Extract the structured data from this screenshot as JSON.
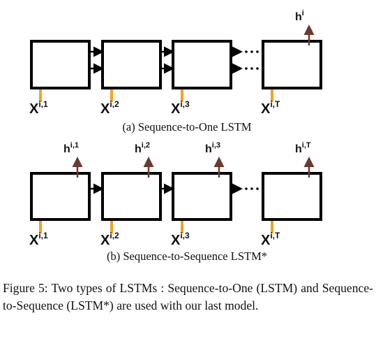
{
  "colors": {
    "cell_border": "#000000",
    "input_stem": "#f4a21e",
    "output_arrow": "#6b3a2e",
    "text": "#111111"
  },
  "diagrams": [
    {
      "id": "a",
      "caption": "(a) Sequence-to-One LSTM",
      "inputs": [
        {
          "base": "X",
          "sup": "i,1"
        },
        {
          "base": "X",
          "sup": "i,2"
        },
        {
          "base": "X",
          "sup": "i,3"
        },
        {
          "base": "X",
          "sup": "i,T"
        }
      ],
      "outputs": [
        {
          "base": "h",
          "sup": "i"
        }
      ]
    },
    {
      "id": "b",
      "caption": "(b) Sequence-to-Sequence LSTM*",
      "inputs": [
        {
          "base": "X",
          "sup": "i,1"
        },
        {
          "base": "X",
          "sup": "i,2"
        },
        {
          "base": "X",
          "sup": "i,3"
        },
        {
          "base": "X",
          "sup": "i,T"
        }
      ],
      "outputs": [
        {
          "base": "h",
          "sup": "i,1"
        },
        {
          "base": "h",
          "sup": "i,2"
        },
        {
          "base": "h",
          "sup": "i,3"
        },
        {
          "base": "h",
          "sup": "i,T"
        }
      ]
    }
  ],
  "figure_caption": "Figure 5: Two types of LSTMs : Sequence-to-One (LSTM) and Sequence-to-Sequence (LSTM*) are used with our last model."
}
